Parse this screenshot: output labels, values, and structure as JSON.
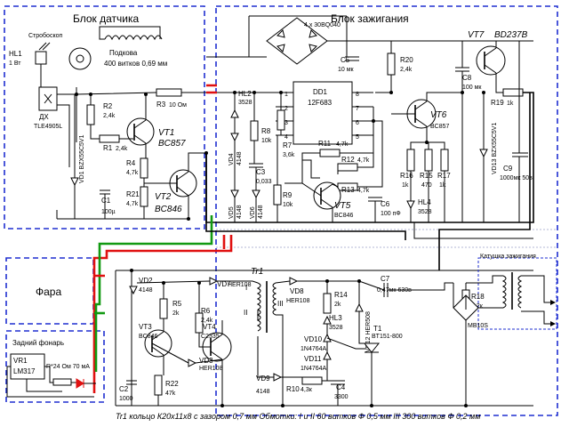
{
  "blocks": {
    "sensor": "Блок датчика",
    "ignition": "Блок зажигания",
    "headlight": "Фара",
    "taillight": "Задний фонарь"
  },
  "strobe": {
    "label": "Стробоскоп",
    "hl1": "HL1",
    "hl1_val": "1 Вт"
  },
  "horseshoe": {
    "label": "Подкова",
    "value": "400 витков 0,69 мм"
  },
  "bridge": {
    "label": "4 x 30BQ040"
  },
  "sensor_parts": {
    "dx": "ДХ",
    "dx_type": "TLE4905L",
    "r2": "R2",
    "r2v": "2,4k",
    "r1": "R1",
    "r1v": "2,4k",
    "r3": "R3",
    "r3v": "10 Ом",
    "vt1": "VT1",
    "vt1t": "BC857",
    "r4": "R4",
    "r4v": "4,7k",
    "r21": "R21",
    "r21v": "4,7k",
    "vt2": "VT2",
    "vt2t": "BC846",
    "vd1": "VD1 BZX55C5V1",
    "c1": "C1",
    "c1v": "100µ"
  },
  "ignition_parts": {
    "hl2": "HL2",
    "hl2v": "3528",
    "vd4": "VD4",
    "vd4v": "4148",
    "r8": "R8",
    "r8v": "10k",
    "r7": "R7",
    "r7v": "3,6k",
    "dd1": "DD1",
    "dd1t": "12F683",
    "pins_left": [
      "1",
      "2",
      "3",
      "4"
    ],
    "pins_right": [
      "8",
      "7",
      "6",
      "5"
    ],
    "c3": "C3",
    "c3v": "0,033",
    "r9": "R9",
    "r9v": "10k",
    "vd5": "VD5",
    "vd5v": "4148",
    "vd6": "VD6",
    "vd6v": "4148",
    "r11": "R11",
    "r11v": "4,7k",
    "r12": "R12",
    "r12v": "4,7k",
    "r13": "R13",
    "r13v": "4,7k",
    "vt5": "VT5",
    "vt5t": "BC846",
    "c6": "C6",
    "c6v": "100 пФ",
    "c5": "C5",
    "c5v": "10 мк",
    "r20": "R20",
    "r20v": "2,4k",
    "vt6": "VT6",
    "vt6t": "BC857",
    "r16": "R16",
    "r16v": "1k",
    "r15": "R15",
    "r15v": "470",
    "r17": "R17",
    "r17v": "1k",
    "hl4": "HL4",
    "hl4v": "3528",
    "vt7": "VT7",
    "vt7t": "BD237B",
    "c8": "C8",
    "c8v": "100 мк",
    "r19": "R19",
    "r19v": "1k",
    "vd13": "VD13 BZX55C5V1",
    "c9": "C9",
    "c9v": "1000мк 50в"
  },
  "lower_parts": {
    "vd2": "VD2",
    "vd2v": "4148",
    "vd7": "VD7",
    "vd7v": "HER108",
    "tr1": "Tr1",
    "r5": "R5",
    "r5v": "2k",
    "r6": "R6",
    "r6v": "2,4k",
    "vt3": "VT3",
    "vt3t": "BC846",
    "vt4": "VT4",
    "vt4t": "C2335",
    "vd3": "VD3",
    "vd3v": "HER108",
    "r22": "R22",
    "r22v": "47k",
    "c2": "C2",
    "c2v": "1000",
    "vd9": "VD9",
    "vd9v": "4148",
    "vd8": "VD8",
    "vd8v": "HER108",
    "r14": "R14",
    "r14v": "2k",
    "hl3": "HL3",
    "hl3v": "3528",
    "vd10": "VD10",
    "vd10v": "1N4764A",
    "vd11": "VD11",
    "vd11v": "1N4764A",
    "r10": "R10",
    "r10v": "4,3к",
    "c4": "C4",
    "c4v": "3300",
    "vd12": "VD12 HER508",
    "t1": "T1",
    "t1t": "BT151-800",
    "c7": "C7",
    "c7v": "0,47мк 630в",
    "coil": "Катушка зажигания",
    "r18": "R18",
    "r18v": "1,2к",
    "mb": "MB10S",
    "windings": [
      "I",
      "II",
      "III"
    ]
  },
  "taillight_parts": {
    "vr1": "VR1",
    "vr1t": "LM317",
    "r24": "R*24 Ом 70 мА"
  },
  "footnote": "Tr1 кольцо К20х11х8 с зазором 0,7 мм Обмотки: I и II 60 витков Ф 0,5 мм III 300 витков Ф 0,2 мм"
}
